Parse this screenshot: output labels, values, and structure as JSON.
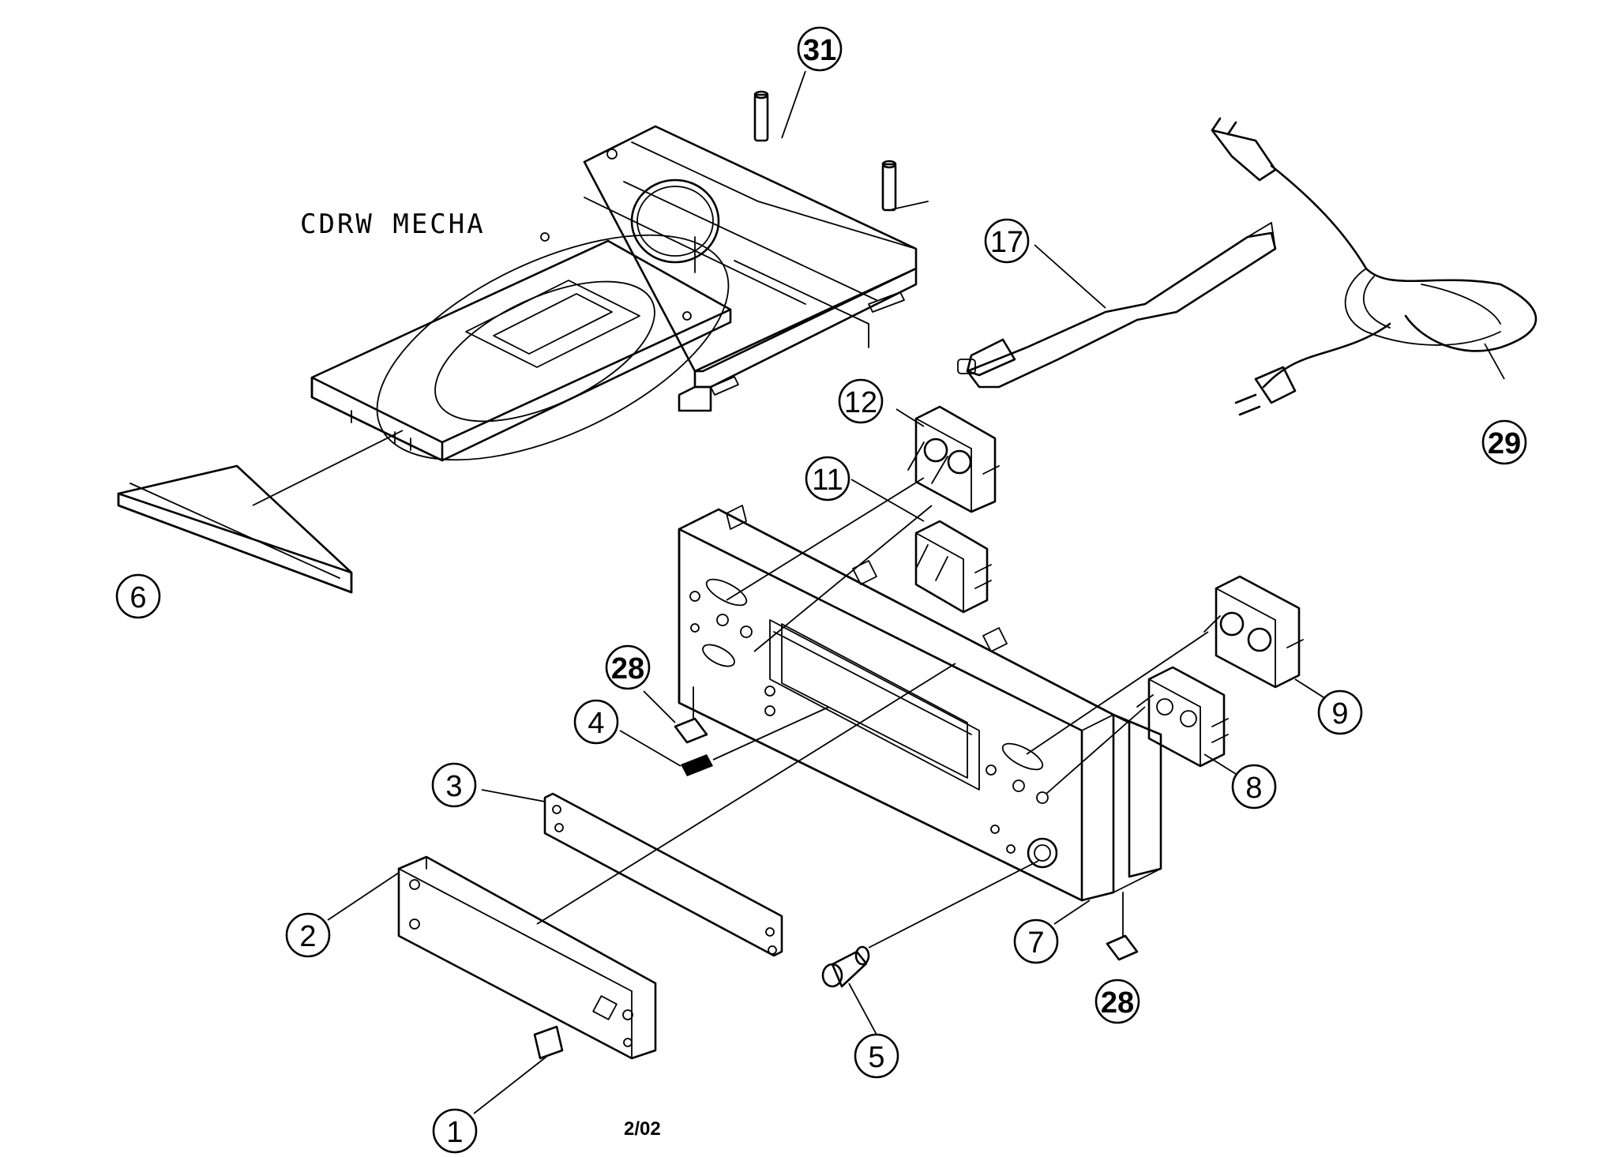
{
  "diagram": {
    "assembly_label": "CDRW MECHA",
    "footer_code": "2/02"
  },
  "callouts": {
    "c1": "1",
    "c2": "2",
    "c3": "3",
    "c4": "4",
    "c5": "5",
    "c6": "6",
    "c7": "7",
    "c8": "8",
    "c9": "9",
    "c11": "11",
    "c12": "12",
    "c17": "17",
    "c28a": "28",
    "c28b": "28",
    "c29": "29",
    "c31": "31"
  }
}
